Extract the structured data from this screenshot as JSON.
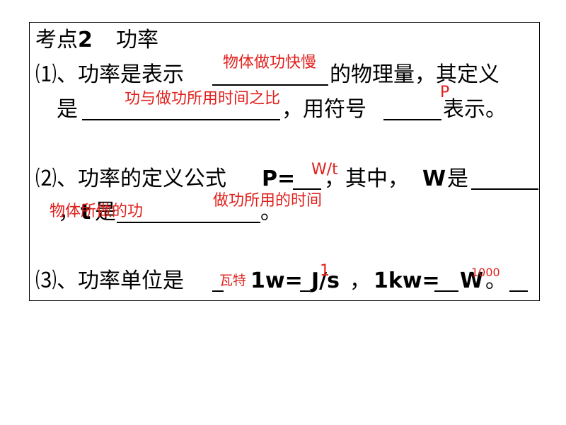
{
  "section": {
    "heading_prefix": "考点",
    "heading_num": "2",
    "heading_title": "功率"
  },
  "q1": {
    "line1_start": "⑴、功率是表示",
    "line1_end": "的物理量，其定义",
    "line2_start": "是",
    "line2_end": "，用符号",
    "line2_tail": "表示。",
    "answer_meaning": "物体做功快慢",
    "answer_definition": "功与做功所用时间之比",
    "answer_symbol": "P"
  },
  "q2": {
    "line1_start": "⑵、功率的定义公式",
    "formula_prefix": "P=",
    "line1_mid": "，其中，",
    "w_label": "W",
    "is_text": "是",
    "line2_start": "，",
    "t_label": "t",
    "line2_end": "。",
    "answer_formula": "W/t",
    "answer_w": "物体所做的功",
    "answer_t": "做功所用的时间"
  },
  "q3": {
    "start": "⑶、功率单位是",
    "eq1": "1w=",
    "unit1": "J/s",
    "comma": "，",
    "eq2": "1kw=",
    "unit2": "W",
    "period": "。",
    "answer_unit": "瓦特",
    "answer_1": "1",
    "answer_1000": "1000"
  },
  "colors": {
    "answer": "#e0201c",
    "text": "#000000"
  }
}
